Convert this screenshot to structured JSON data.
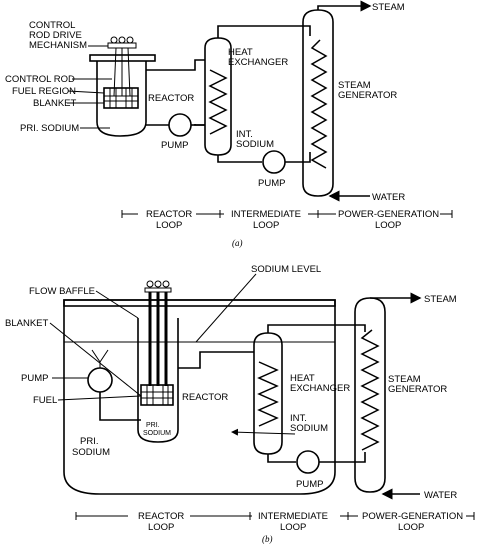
{
  "diagram_a": {
    "caption": "(a)",
    "labels": {
      "control_rod_drive_1": "CONTROL",
      "control_rod_drive_2": "ROD DRIVE",
      "control_rod_drive_3": "MECHANISM",
      "control_rod": "CONTROL ROD",
      "fuel_region": "FUEL REGION",
      "blanket": "BLANKET",
      "pri_sodium": "PRI. SODIUM",
      "reactor": "REACTOR",
      "pump_primary": "PUMP",
      "heat_exchanger_1": "HEAT",
      "heat_exchanger_2": "EXCHANGER",
      "int_sodium_1": "INT.",
      "int_sodium_2": "SODIUM",
      "pump_intermediate": "PUMP",
      "steam": "STEAM",
      "steam_generator_1": "STEAM",
      "steam_generator_2": "GENERATOR",
      "water": "WATER"
    },
    "loops": {
      "reactor_1": "REACTOR",
      "reactor_2": "LOOP",
      "intermediate_1": "INTERMEDIATE",
      "intermediate_2": "LOOP",
      "power_1": "POWER-GENERATION",
      "power_2": "LOOP"
    }
  },
  "diagram_b": {
    "caption": "(b)",
    "labels": {
      "flow_baffle": "FLOW BAFFLE",
      "sodium_level": "SODIUM LEVEL",
      "blanket": "BLANKET",
      "pump_primary": "PUMP",
      "fuel": "FUEL",
      "reactor": "REACTOR",
      "pri_sodium_inner_1": "PRI.",
      "pri_sodium_inner_2": "SODIUM",
      "pri_sodium_outer_1": "PRI.",
      "pri_sodium_outer_2": "SODIUM",
      "heat_exchanger_1": "HEAT",
      "heat_exchanger_2": "EXCHANGER",
      "int_sodium_1": "INT.",
      "int_sodium_2": "SODIUM",
      "pump_intermediate": "PUMP",
      "steam": "STEAM",
      "steam_generator_1": "STEAM",
      "steam_generator_2": "GENERATOR",
      "water": "WATER"
    },
    "loops": {
      "reactor_1": "REACTOR",
      "reactor_2": "LOOP",
      "intermediate_1": "INTERMEDIATE",
      "intermediate_2": "LOOP",
      "power_1": "POWER-GENERATION",
      "power_2": "LOOP"
    }
  }
}
